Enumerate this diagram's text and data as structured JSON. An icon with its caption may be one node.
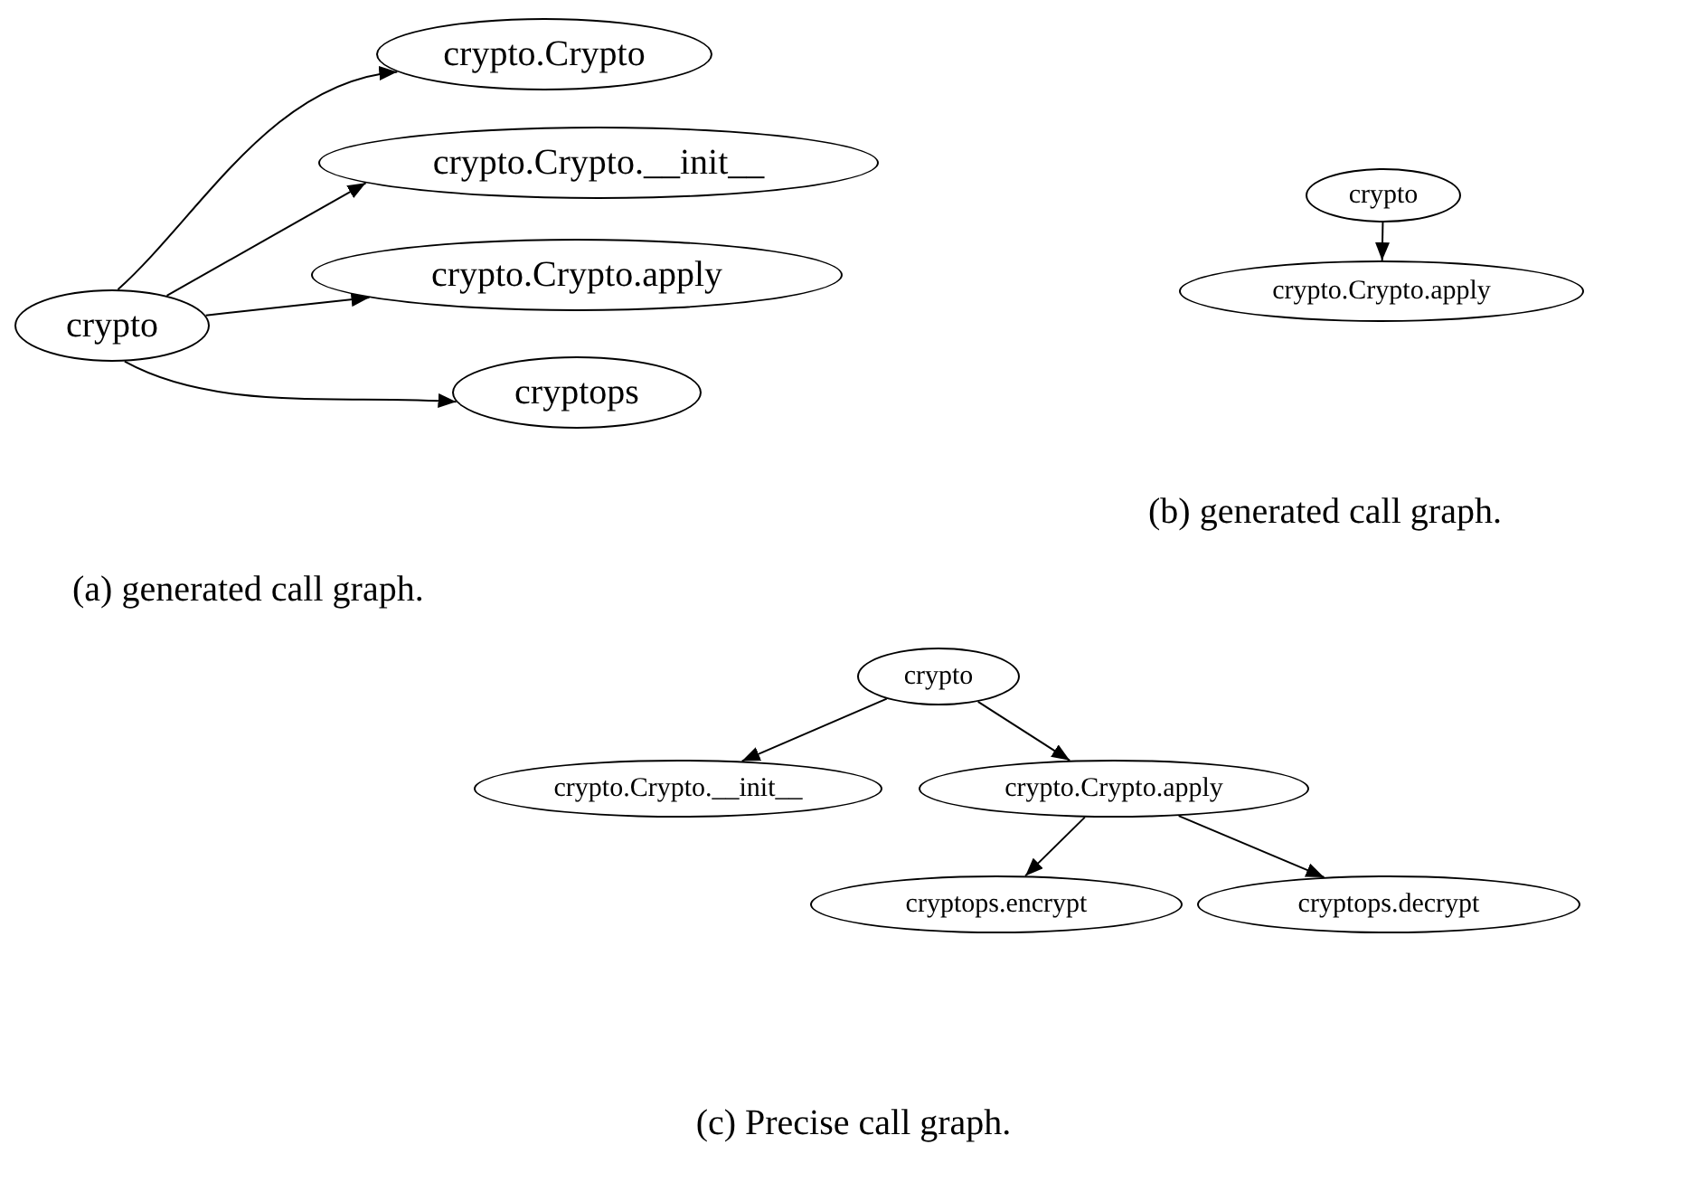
{
  "diagram": {
    "nodes": [
      {
        "text": [
          "crypto"
        ]
      },
      {
        "text": [
          "crypto.Crypto"
        ]
      },
      {
        "text": [
          "crypto.Crypto.__init__"
        ]
      },
      {
        "text": [
          "crypto.Crypto.apply"
        ]
      },
      {
        "text": [
          "cryptops"
        ]
      },
      {
        "text": [
          "crypto"
        ]
      },
      {
        "text": [
          "crypto.Crypto.apply"
        ]
      },
      {
        "text": [
          "crypto"
        ]
      },
      {
        "text": [
          "crypto.Crypto.__init__"
        ]
      },
      {
        "text": [
          "crypto.Crypto.apply"
        ]
      },
      {
        "text": [
          "cryptops.encrypt"
        ]
      },
      {
        "text": [
          "cryptops.decrypt"
        ]
      }
    ],
    "edges": [
      {
        "from": 0,
        "to": 1,
        "arrow": "to"
      },
      {
        "from": 0,
        "to": 2,
        "arrow": "to"
      },
      {
        "from": 0,
        "to": 3,
        "arrow": "to"
      },
      {
        "from": 0,
        "to": 4,
        "arrow": "to"
      },
      {
        "from": 5,
        "to": 6,
        "arrow": "to"
      },
      {
        "from": 7,
        "to": 8,
        "arrow": "to"
      },
      {
        "from": 7,
        "to": 9,
        "arrow": "to"
      },
      {
        "from": 9,
        "to": 10,
        "arrow": "to"
      },
      {
        "from": 9,
        "to": 11,
        "arrow": "to"
      }
    ],
    "labels": [
      "(b) generated call graph.",
      "(a) generated call graph.",
      "(c) Precise call graph."
    ]
  }
}
